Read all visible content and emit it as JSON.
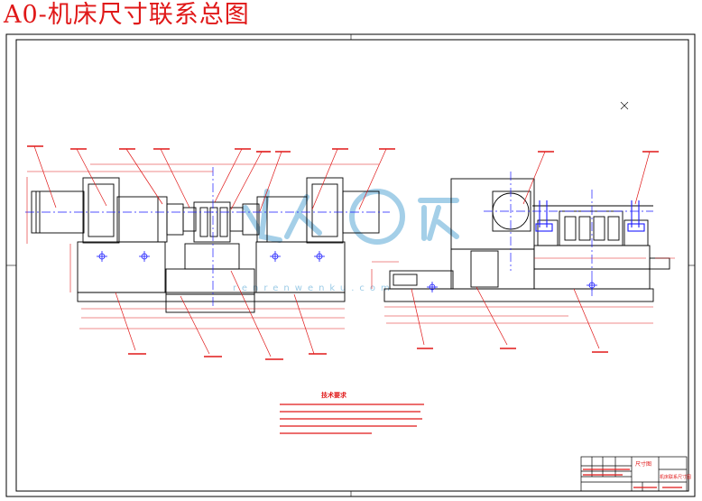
{
  "header": {
    "title": "A0-机床尺寸联系总图"
  },
  "drawing": {
    "notes_heading": "技术要求",
    "title_block_name": "尺寸图",
    "title_block_subtitle": "机床联系尺寸图"
  },
  "colors": {
    "title": "#e01818",
    "outline": "#000000",
    "annotation": "#e01818",
    "center_line": "#1a1aff",
    "callout": "#e01818",
    "watermark": "#5aa9d6"
  },
  "icons": {
    "watermark": "watermark-logo-icon"
  }
}
